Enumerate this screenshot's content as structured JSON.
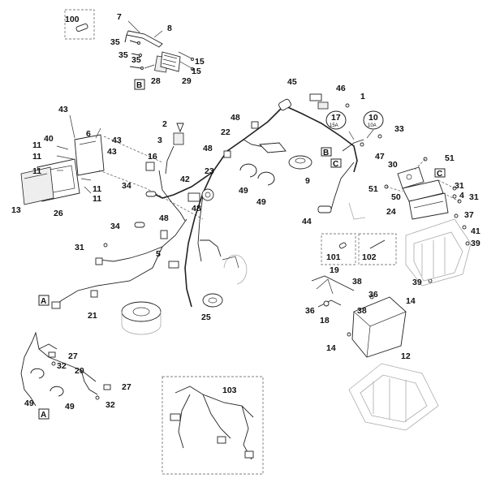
{
  "callouts": [
    {
      "id": "c100",
      "text": "100"
    },
    {
      "id": "c7",
      "text": "7"
    },
    {
      "id": "c8",
      "text": "8"
    },
    {
      "id": "c35a",
      "text": "35"
    },
    {
      "id": "c35b",
      "text": "35"
    },
    {
      "id": "c35c",
      "text": "35"
    },
    {
      "id": "c15a",
      "text": "15"
    },
    {
      "id": "c15b",
      "text": "15"
    },
    {
      "id": "c28",
      "text": "28"
    },
    {
      "id": "c29",
      "text": "29"
    },
    {
      "id": "c43a",
      "text": "43"
    },
    {
      "id": "c43b",
      "text": "43"
    },
    {
      "id": "c43c",
      "text": "43"
    },
    {
      "id": "c6",
      "text": "6"
    },
    {
      "id": "c40",
      "text": "40"
    },
    {
      "id": "c11a",
      "text": "11"
    },
    {
      "id": "c11b",
      "text": "11"
    },
    {
      "id": "c11c",
      "text": "11"
    },
    {
      "id": "c11d",
      "text": "11"
    },
    {
      "id": "c11e",
      "text": "11"
    },
    {
      "id": "c13",
      "text": "13"
    },
    {
      "id": "c26",
      "text": "26"
    },
    {
      "id": "c2",
      "text": "2"
    },
    {
      "id": "c3",
      "text": "3"
    },
    {
      "id": "c16",
      "text": "16"
    },
    {
      "id": "c42",
      "text": "42"
    },
    {
      "id": "c23",
      "text": "23"
    },
    {
      "id": "c34a",
      "text": "34"
    },
    {
      "id": "c34b",
      "text": "34"
    },
    {
      "id": "c48a",
      "text": "48"
    },
    {
      "id": "c48b",
      "text": "48"
    },
    {
      "id": "c48c",
      "text": "48"
    },
    {
      "id": "c48d",
      "text": "48"
    },
    {
      "id": "c22",
      "text": "22"
    },
    {
      "id": "c45",
      "text": "45"
    },
    {
      "id": "c46",
      "text": "46"
    },
    {
      "id": "c1",
      "text": "1"
    },
    {
      "id": "c49a",
      "text": "49"
    },
    {
      "id": "c49b",
      "text": "49"
    },
    {
      "id": "c9",
      "text": "9"
    },
    {
      "id": "c44",
      "text": "44"
    },
    {
      "id": "c33",
      "text": "33"
    },
    {
      "id": "c47",
      "text": "47"
    },
    {
      "id": "c30",
      "text": "30"
    },
    {
      "id": "c51a",
      "text": "51"
    },
    {
      "id": "c51b",
      "text": "51"
    },
    {
      "id": "c50",
      "text": "50"
    },
    {
      "id": "c24",
      "text": "24"
    },
    {
      "id": "c31a",
      "text": "31"
    },
    {
      "id": "c31b",
      "text": "31"
    },
    {
      "id": "c31c",
      "text": "31"
    },
    {
      "id": "c4",
      "text": "4"
    },
    {
      "id": "c37",
      "text": "37"
    },
    {
      "id": "c41",
      "text": "41"
    },
    {
      "id": "c39a",
      "text": "39"
    },
    {
      "id": "c39b",
      "text": "39"
    },
    {
      "id": "c5",
      "text": "5"
    },
    {
      "id": "c21",
      "text": "21"
    },
    {
      "id": "c25",
      "text": "25"
    },
    {
      "id": "c19",
      "text": "19"
    },
    {
      "id": "c38a",
      "text": "38"
    },
    {
      "id": "c38b",
      "text": "38"
    },
    {
      "id": "c36a",
      "text": "36"
    },
    {
      "id": "c36b",
      "text": "36"
    },
    {
      "id": "c18",
      "text": "18"
    },
    {
      "id": "c14a",
      "text": "14"
    },
    {
      "id": "c14b",
      "text": "14"
    },
    {
      "id": "c12",
      "text": "12"
    },
    {
      "id": "c27a",
      "text": "27"
    },
    {
      "id": "c27b",
      "text": "27"
    },
    {
      "id": "c32a",
      "text": "32"
    },
    {
      "id": "c32b",
      "text": "32"
    },
    {
      "id": "c20",
      "text": "20"
    },
    {
      "id": "c49c",
      "text": "49"
    },
    {
      "id": "c49d",
      "text": "49"
    },
    {
      "id": "c103",
      "text": "103"
    },
    {
      "id": "c101",
      "text": "101"
    },
    {
      "id": "c102",
      "text": "102"
    },
    {
      "id": "c17",
      "text": "17"
    },
    {
      "id": "c10",
      "text": "10"
    }
  ],
  "fuses": {
    "f17": "15A",
    "f10": "10A"
  },
  "refs": {
    "A1": "A",
    "A2": "A",
    "B1": "B",
    "B2": "B",
    "C1": "C",
    "C2": "C"
  }
}
